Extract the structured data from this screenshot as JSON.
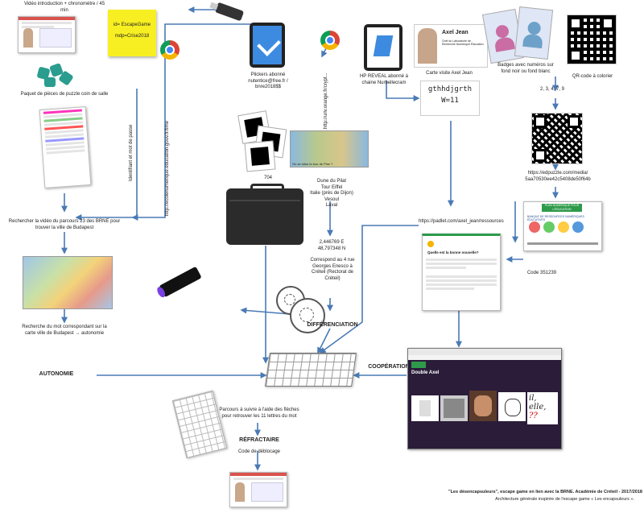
{
  "labels": {
    "video_intro": "Vidéo introduction + chronomètre / 45 min",
    "postit_id": "id= EscapeGame",
    "postit_mdp": "mdp=Crise2018",
    "puzzle": "Paquet de pièces de puzzle coin de salle",
    "plickers": "Plickers abonné nutentice@free.fr / bnre2018$$",
    "url_cryptage": "http://urlv.orange.fr/crypt...",
    "identifiant": "Identifiant et mot de passe",
    "url_education": "http://ecolenumerique.education.gouv.fr/time",
    "hp_reveal": "HP REVEAL abonné à chaine Nurbellecram",
    "axel_name": "Axel Jean",
    "axel_sub": "Chef du Laboratoire de Recherche Numérique Éducation",
    "carte_visite": "Carte visite Axel Jean",
    "handwritten_1": "gthhdjgrth",
    "handwritten_2": "W=11",
    "badges": "Badges avec numéros sur fond noir ou fond blanc",
    "qr_colorier": "QR-code à colorier",
    "numbers": "2, 3, 4, 7, 9",
    "edpuzzle": "https://edpuzzle.com/media/ 5aa70530ee42c5408de50f64b",
    "num_704": "704",
    "places": "Dune du Pilat\nTour Eiffel\nItalie (près de Dijon)\nVesoul\nLaval",
    "coords": "2,446769 E\n48,797348 N",
    "corresponds": "Correspond au 4 rue Georges Enesco à Créteil (Rectorat de Créteil)",
    "padlet": "https://padlet.com/axel_jean/ressources",
    "code_351239": "Code 351239",
    "rechercher_video": "Rechercher la vidéo du parcours 23 des BRNE pour trouver la ville de Budapest",
    "recherche_mot": "Recherche du mot correspondant sur la carte ville de Budapest → autonomie",
    "autonomie": "AUTONOMIE",
    "differenciation": "DIFFÉRENCIATION",
    "cooperation": "COOPÉRATION",
    "parcours": "Parcours à suivre à l'aide des flèches pour retrouver les 11 lettres du mot",
    "refractaire": "RÉFRACTAIRE",
    "code_deblocage": "Code de déblocage",
    "plan_numerique": "PLAN NUMÉRIQUE POUR L'ÉDUCATION",
    "banque": "BANQUE DE RESSOURCES NUMÉRIQUES ÉDUCATIVES",
    "padlet_title": "Quelle est la bonne nouvelle?",
    "double_axel": "Double Axel",
    "card_il": "il,",
    "card_elle": "elle,",
    "card_q": "??",
    "map_caption": "Où se situe la tour de Pise ?",
    "footer_1": "\"Les désencapsuleurs\", escape game en lien avec la BRNE. Académie de Créteil - 2017/2018",
    "footer_2": "Architecture générale inspirée de l'escape game « Les encapsuleurs »."
  },
  "colors": {
    "arrow": "#4a7ab5",
    "postit": "#f7ef22",
    "puzzle": "#2a9d8f",
    "case": "#2b2b2b",
    "chrome_red": "#db4437",
    "chrome_green": "#0f9d58",
    "chrome_yellow": "#f4b400",
    "chrome_blue": "#4285f4"
  }
}
